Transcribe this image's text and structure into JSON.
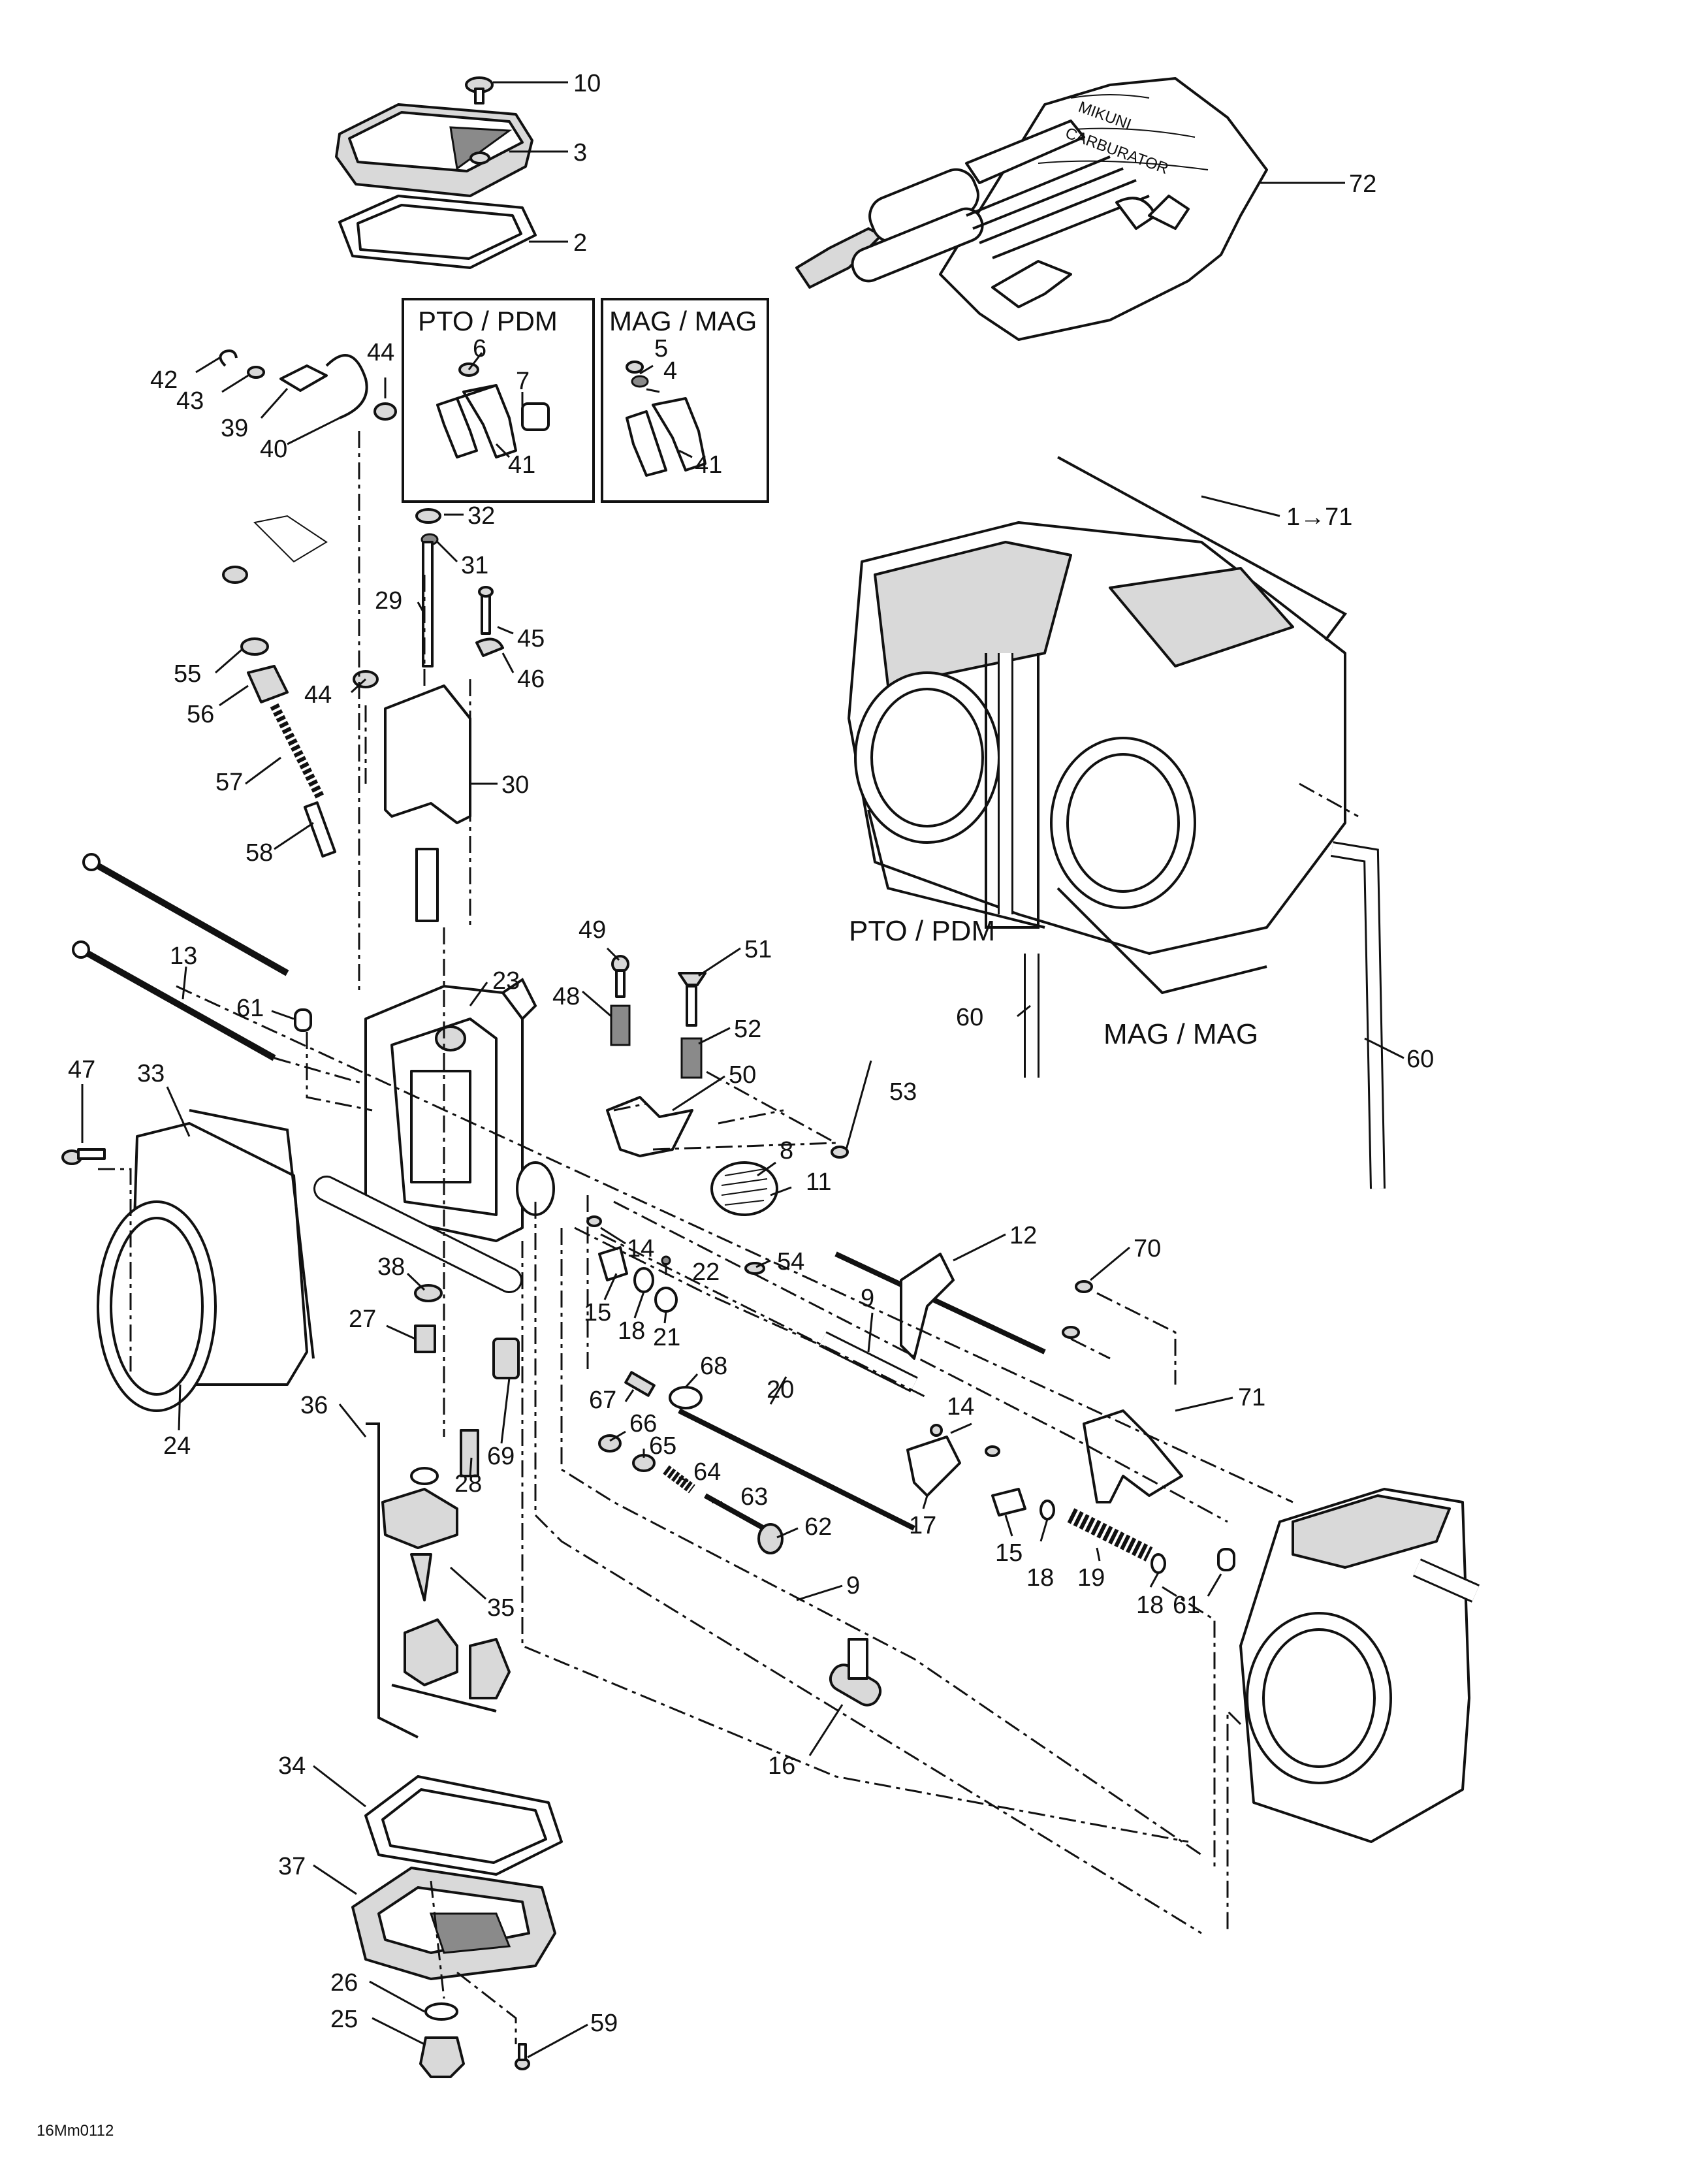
{
  "figure_code": "16Mm0112",
  "boxes": [
    {
      "id": "pto",
      "title": "PTO / PDM"
    },
    {
      "id": "mag",
      "title": "MAG / MAG"
    }
  ],
  "assembly": {
    "range_label": "1→71",
    "pto_label": "PTO / PDM",
    "mag_label": "MAG / MAG"
  },
  "tool_kit_text": [
    "MIKUNI",
    "CARBURATOR"
  ],
  "callouts": [
    {
      "id": "c10",
      "text": "10"
    },
    {
      "id": "c3",
      "text": "3"
    },
    {
      "id": "c2",
      "text": "2"
    },
    {
      "id": "c72",
      "text": "72"
    },
    {
      "id": "c6",
      "text": "6"
    },
    {
      "id": "c7",
      "text": "7"
    },
    {
      "id": "c41a",
      "text": "41"
    },
    {
      "id": "c5",
      "text": "5"
    },
    {
      "id": "c4",
      "text": "4"
    },
    {
      "id": "c41b",
      "text": "41"
    },
    {
      "id": "c44a",
      "text": "44"
    },
    {
      "id": "c42",
      "text": "42"
    },
    {
      "id": "c43",
      "text": "43"
    },
    {
      "id": "c39",
      "text": "39"
    },
    {
      "id": "c40",
      "text": "40"
    },
    {
      "id": "c32",
      "text": "32"
    },
    {
      "id": "c31",
      "text": "31"
    },
    {
      "id": "c29",
      "text": "29"
    },
    {
      "id": "c45",
      "text": "45"
    },
    {
      "id": "c46",
      "text": "46"
    },
    {
      "id": "c44b",
      "text": "44"
    },
    {
      "id": "c55",
      "text": "55"
    },
    {
      "id": "c56",
      "text": "56"
    },
    {
      "id": "c57",
      "text": "57"
    },
    {
      "id": "c30",
      "text": "30"
    },
    {
      "id": "c58",
      "text": "58"
    },
    {
      "id": "c13",
      "text": "13"
    },
    {
      "id": "c23",
      "text": "23"
    },
    {
      "id": "c49",
      "text": "49"
    },
    {
      "id": "c51",
      "text": "51"
    },
    {
      "id": "c48",
      "text": "48"
    },
    {
      "id": "c52",
      "text": "52"
    },
    {
      "id": "c61a",
      "text": "61"
    },
    {
      "id": "c47",
      "text": "47"
    },
    {
      "id": "c33",
      "text": "33"
    },
    {
      "id": "c50",
      "text": "50"
    },
    {
      "id": "c53",
      "text": "53"
    },
    {
      "id": "c8",
      "text": "8"
    },
    {
      "id": "c11",
      "text": "11"
    },
    {
      "id": "c60a",
      "text": "60"
    },
    {
      "id": "c60b",
      "text": "60"
    },
    {
      "id": "c1471",
      "text": "1→71"
    },
    {
      "id": "c14a",
      "text": "14"
    },
    {
      "id": "c22",
      "text": "22"
    },
    {
      "id": "c54",
      "text": "54"
    },
    {
      "id": "c12",
      "text": "12"
    },
    {
      "id": "c70",
      "text": "70"
    },
    {
      "id": "c38",
      "text": "38"
    },
    {
      "id": "c15a",
      "text": "15"
    },
    {
      "id": "c18a",
      "text": "18"
    },
    {
      "id": "c21",
      "text": "21"
    },
    {
      "id": "c9a",
      "text": "9"
    },
    {
      "id": "c27",
      "text": "27"
    },
    {
      "id": "c71",
      "text": "71"
    },
    {
      "id": "c24",
      "text": "24"
    },
    {
      "id": "c67",
      "text": "67"
    },
    {
      "id": "c68",
      "text": "68"
    },
    {
      "id": "c20",
      "text": "20"
    },
    {
      "id": "c69",
      "text": "69"
    },
    {
      "id": "c28",
      "text": "28"
    },
    {
      "id": "c66",
      "text": "66"
    },
    {
      "id": "c65",
      "text": "65"
    },
    {
      "id": "c64",
      "text": "64"
    },
    {
      "id": "c14b",
      "text": "14"
    },
    {
      "id": "c36",
      "text": "36"
    },
    {
      "id": "c63",
      "text": "63"
    },
    {
      "id": "c62",
      "text": "62"
    },
    {
      "id": "c17",
      "text": "17"
    },
    {
      "id": "c15b",
      "text": "15"
    },
    {
      "id": "c18b",
      "text": "18"
    },
    {
      "id": "c19",
      "text": "19"
    },
    {
      "id": "c18c",
      "text": "18"
    },
    {
      "id": "c61b",
      "text": "61"
    },
    {
      "id": "c9b",
      "text": "9"
    },
    {
      "id": "c35",
      "text": "35"
    },
    {
      "id": "c16",
      "text": "16"
    },
    {
      "id": "c34",
      "text": "34"
    },
    {
      "id": "c37",
      "text": "37"
    },
    {
      "id": "c26",
      "text": "26"
    },
    {
      "id": "c25",
      "text": "25"
    },
    {
      "id": "c59",
      "text": "59"
    }
  ]
}
